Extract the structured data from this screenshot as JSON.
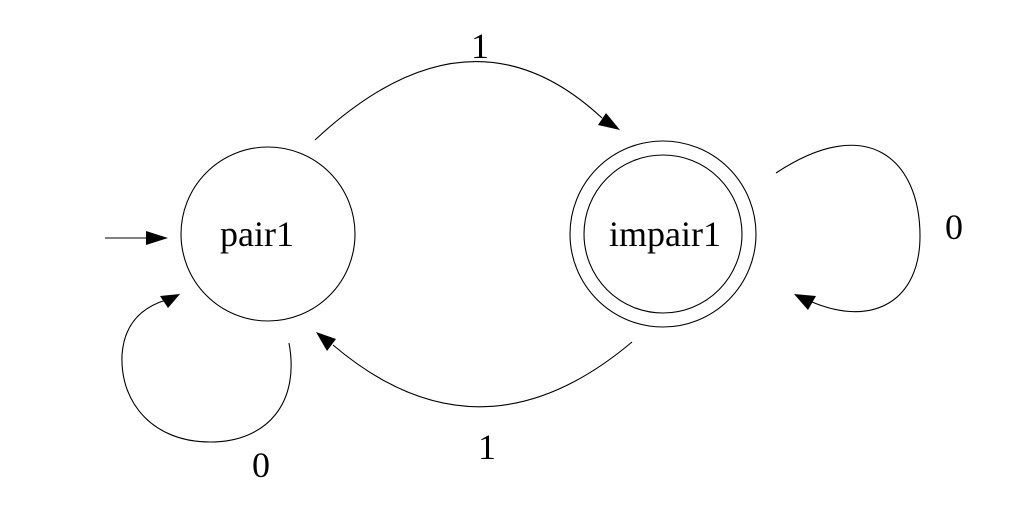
{
  "states": [
    {
      "id": "pair1",
      "label": "pair1",
      "initial": true,
      "accepting": false
    },
    {
      "id": "impair1",
      "label": "impair1",
      "initial": false,
      "accepting": true
    }
  ],
  "transitions": [
    {
      "from": "pair1",
      "to": "impair1",
      "label": "1"
    },
    {
      "from": "impair1",
      "to": "pair1",
      "label": "1"
    },
    {
      "from": "impair1",
      "to": "impair1",
      "label": "0"
    },
    {
      "from": "pair1",
      "to": "pair1",
      "label": "0"
    }
  ],
  "colors": {
    "stroke": "#000000",
    "background": "#ffffff"
  }
}
